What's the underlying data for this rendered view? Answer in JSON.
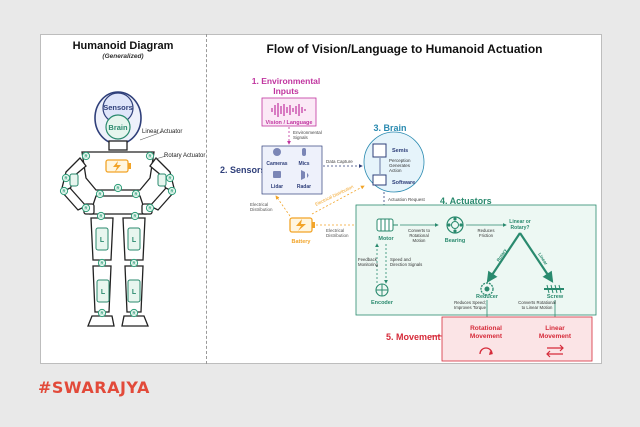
{
  "left_panel": {
    "title": "Humanoid Diagram",
    "subtitle": "(Generalized)",
    "head_sensors_label": "Sensors",
    "head_brain_label": "Brain",
    "linear_actuator_label": "Linear Actuator",
    "rotary_actuator_label": "Rotary Actuator",
    "joint_letter": "R",
    "limb_letter": "L"
  },
  "right_panel": {
    "title": "Flow of Vision/Language to Humanoid Actuation",
    "env": {
      "title_line1": "1. Environmental",
      "title_line2": "Inputs",
      "box_label": "Vision / Language",
      "edge_line1": "Environmental",
      "edge_line2": "Signals"
    },
    "sensors": {
      "title": "2. Sensors",
      "items": [
        "Cameras",
        "Mics",
        "Lidar",
        "Radar"
      ],
      "edge_data": "Data Capture"
    },
    "brain": {
      "title": "3. Brain",
      "semis": "Semis",
      "perception_line1": "Perception",
      "perception_line2": "Generates",
      "perception_line3": "Action",
      "software": "Software"
    },
    "power": {
      "battery": "Battery",
      "elec1_line1": "Electrical",
      "elec1_line2": "Distribution",
      "elec2": "Electrical Distribution",
      "elec3_line1": "Electrical",
      "elec3_line2": "Distribution"
    },
    "actuators": {
      "title": "4. Actuators",
      "actuation_request": "Actuation Request",
      "motor": "Motor",
      "converts_line1": "Converts to",
      "converts_line2": "Rotational",
      "converts_line3": "Motion",
      "bearing": "Bearing",
      "reduces_line1": "Reduces",
      "reduces_line2": "Friction",
      "choice_line1": "Linear or",
      "choice_line2": "Rotary?",
      "rotary": "Rotary",
      "linear": "Linear",
      "feedback_line1": "Feedback",
      "feedback_line2": "Monitoring",
      "speed_line1": "Speed and",
      "speed_line2": "Direction Signals",
      "encoder": "Encoder",
      "reducer": "Reducer",
      "screw": "Screw",
      "reduces_speed_line1": "Reduces Speed;",
      "reduces_speed_line2": "Improves Torque",
      "converts_linear_line1": "Converts Rotational",
      "converts_linear_line2": "to Linear Motion"
    },
    "movement": {
      "title": "5. Movement",
      "rotational_line1": "Rotational",
      "rotational_line2": "Movement",
      "linear_line1": "Linear",
      "linear_line2": "Movement"
    }
  },
  "brand": "#SWARAJYA",
  "colors": {
    "env": "#c0349f",
    "sensors": "#2f3f7a",
    "brain": "#2a8ab0",
    "power": "#f2a428",
    "actuators": "#2a8a6e",
    "movement": "#d62b3a",
    "joint": "#2e9e7a",
    "brand": "#e24a3a"
  }
}
